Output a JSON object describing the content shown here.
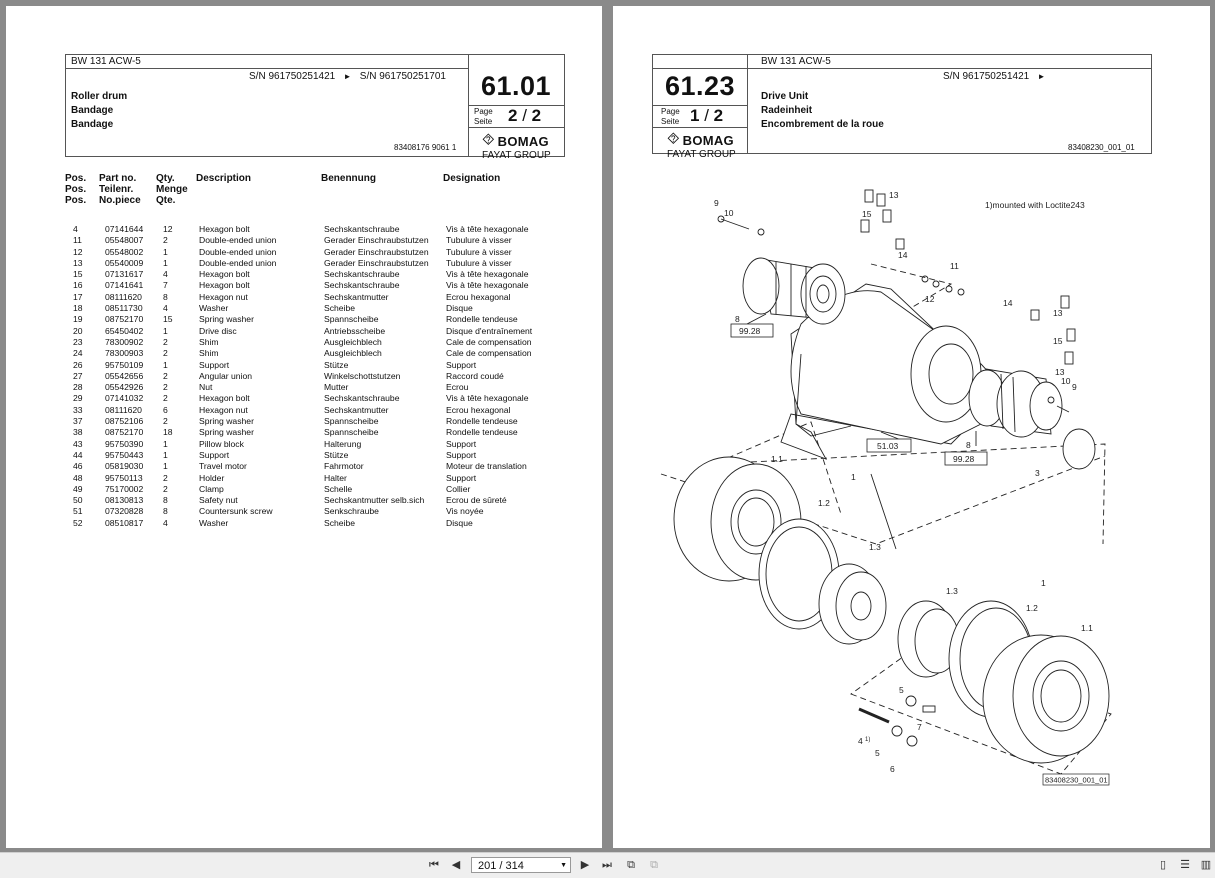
{
  "left_page": {
    "model": "BW 131 ACW-5",
    "serial_range": {
      "from": "S/N 961750251421",
      "arrow": "►",
      "to": "S/N 961750251701"
    },
    "title_en": "Roller drum",
    "title_de": "Bandage",
    "title_fr": "Bandage",
    "section_number": "61.01",
    "page_label_en": "Page",
    "page_label_de": "Seite",
    "page_current": "2",
    "page_sep": "/",
    "page_total": "2",
    "doc_number": "83408176 9061 1",
    "logo_text": "BOMAG",
    "logo_sub": "FAYAT GROUP",
    "columns": {
      "pos": [
        "Pos.",
        "Pos.",
        "Pos."
      ],
      "part": [
        "Part no.",
        "Teilenr.",
        "No.piece"
      ],
      "qty": [
        "Qty.",
        "Menge",
        "Qte."
      ],
      "desc": "Description",
      "benennung": "Benennung",
      "designation": "Designation"
    },
    "parts": [
      {
        "pos": "4",
        "part": "07141644",
        "qty": "12",
        "desc": "Hexagon bolt",
        "de": "Sechskantschraube",
        "fr": "Vis à tête hexagonale"
      },
      {
        "pos": "11",
        "part": "05548007",
        "qty": "2",
        "desc": "Double-ended union",
        "de": "Gerader Einschraubstutzen",
        "fr": "Tubulure à visser"
      },
      {
        "pos": "12",
        "part": "05548002",
        "qty": "1",
        "desc": "Double-ended union",
        "de": "Gerader Einschraubstutzen",
        "fr": "Tubulure à visser"
      },
      {
        "pos": "13",
        "part": "05540009",
        "qty": "1",
        "desc": "Double-ended union",
        "de": "Gerader Einschraubstutzen",
        "fr": "Tubulure à visser"
      },
      {
        "pos": "15",
        "part": "07131617",
        "qty": "4",
        "desc": "Hexagon bolt",
        "de": "Sechskantschraube",
        "fr": "Vis à tête hexagonale"
      },
      {
        "pos": "16",
        "part": "07141641",
        "qty": "7",
        "desc": "Hexagon bolt",
        "de": "Sechskantschraube",
        "fr": "Vis à tête hexagonale"
      },
      {
        "pos": "17",
        "part": "08111620",
        "qty": "8",
        "desc": "Hexagon nut",
        "de": "Sechskantmutter",
        "fr": "Ecrou hexagonal"
      },
      {
        "pos": "18",
        "part": "08511730",
        "qty": "4",
        "desc": "Washer",
        "de": "Scheibe",
        "fr": "Disque"
      },
      {
        "pos": "19",
        "part": "08752170",
        "qty": "15",
        "desc": "Spring washer",
        "de": "Spannscheibe",
        "fr": "Rondelle tendeuse"
      },
      {
        "pos": "20",
        "part": "65450402",
        "qty": "1",
        "desc": "Drive disc",
        "de": "Antriebsscheibe",
        "fr": "Disque d'entraînement"
      },
      {
        "pos": "23",
        "part": "78300902",
        "qty": "2",
        "desc": "Shim",
        "de": "Ausgleichblech",
        "fr": "Cale de compensation"
      },
      {
        "pos": "24",
        "part": "78300903",
        "qty": "2",
        "desc": "Shim",
        "de": "Ausgleichblech",
        "fr": "Cale de compensation"
      },
      {
        "pos": "26",
        "part": "95750109",
        "qty": "1",
        "desc": "Support",
        "de": "Stütze",
        "fr": "Support"
      },
      {
        "pos": "27",
        "part": "05542656",
        "qty": "2",
        "desc": "Angular union",
        "de": "Winkelschottstutzen",
        "fr": "Raccord coudé"
      },
      {
        "pos": "28",
        "part": "05542926",
        "qty": "2",
        "desc": "Nut",
        "de": "Mutter",
        "fr": "Ecrou"
      },
      {
        "pos": "29",
        "part": "07141032",
        "qty": "2",
        "desc": "Hexagon bolt",
        "de": "Sechskantschraube",
        "fr": "Vis à tête hexagonale"
      },
      {
        "pos": "33",
        "part": "08111620",
        "qty": "6",
        "desc": "Hexagon nut",
        "de": "Sechskantmutter",
        "fr": "Ecrou hexagonal"
      },
      {
        "pos": "37",
        "part": "08752106",
        "qty": "2",
        "desc": "Spring washer",
        "de": "Spannscheibe",
        "fr": "Rondelle tendeuse"
      },
      {
        "pos": "38",
        "part": "08752170",
        "qty": "18",
        "desc": "Spring washer",
        "de": "Spannscheibe",
        "fr": "Rondelle tendeuse"
      },
      {
        "pos": "43",
        "part": "95750390",
        "qty": "1",
        "desc": "Pillow block",
        "de": "Halterung",
        "fr": "Support"
      },
      {
        "pos": "44",
        "part": "95750443",
        "qty": "1",
        "desc": "Support",
        "de": "Stütze",
        "fr": "Support"
      },
      {
        "pos": "46",
        "part": "05819030",
        "qty": "1",
        "desc": "Travel motor",
        "de": "Fahrmotor",
        "fr": "Moteur de translation"
      },
      {
        "pos": "48",
        "part": "95750113",
        "qty": "2",
        "desc": "Holder",
        "de": "Halter",
        "fr": "Support"
      },
      {
        "pos": "49",
        "part": "75170002",
        "qty": "2",
        "desc": "Clamp",
        "de": "Schelle",
        "fr": "Collier"
      },
      {
        "pos": "50",
        "part": "08130813",
        "qty": "8",
        "desc": "Safety nut",
        "de": "Sechskantmutter selb.sich",
        "fr": "Ecrou de sûreté"
      },
      {
        "pos": "51",
        "part": "07320828",
        "qty": "8",
        "desc": "Countersunk screw",
        "de": "Senkschraube",
        "fr": "Vis noyée"
      },
      {
        "pos": "52",
        "part": "08510817",
        "qty": "4",
        "desc": "Washer",
        "de": "Scheibe",
        "fr": "Disque"
      }
    ]
  },
  "right_page": {
    "model": "BW 131 ACW-5",
    "serial": {
      "from": "S/N 961750251421",
      "arrow": "►"
    },
    "section_number": "61.23",
    "page_label_en": "Page",
    "page_label_de": "Seite",
    "page_current": "1",
    "page_sep": "/",
    "page_total": "2",
    "title_en": "Drive Unit",
    "title_de": "Radeinheit",
    "title_fr": "Encombrement de la roue",
    "doc_number": "83408230_001_01",
    "logo_text": "BOMAG",
    "logo_sub": "FAYAT GROUP",
    "diagram": {
      "note": "1)mounted with Loctite243",
      "ref_box_1": "99.28",
      "ref_box_2": "51.03",
      "ref_box_3": "99.28",
      "figure_id": "83408230_001_01",
      "callouts": {
        "c9a": "9",
        "c10a": "10",
        "c13a": "13",
        "c15a": "15",
        "c14a": "14",
        "c11": "11",
        "c12": "12",
        "c8a": "8",
        "c14b": "14",
        "c13b": "13",
        "c15b": "15",
        "c13c": "13",
        "c10b": "10",
        "c9b": "9",
        "c8b": "8",
        "c3": "3",
        "c1_1a": "1.1",
        "c1a": "1",
        "c1_2a": "1.2",
        "c1_3a": "1.3",
        "c1_3b": "1.3",
        "c1b": "1",
        "c1_2b": "1.2",
        "c1_1b": "1.1",
        "c5a": "5",
        "c7": "7",
        "c4": "4",
        "c4sup": "1)",
        "c5b": "5",
        "c6": "6"
      }
    }
  },
  "toolbar": {
    "page_indicator": "201 / 314",
    "first_icon": "first-page-icon",
    "prev_icon": "prev-page-icon",
    "next_icon": "next-page-icon",
    "last_icon": "last-page-icon"
  }
}
